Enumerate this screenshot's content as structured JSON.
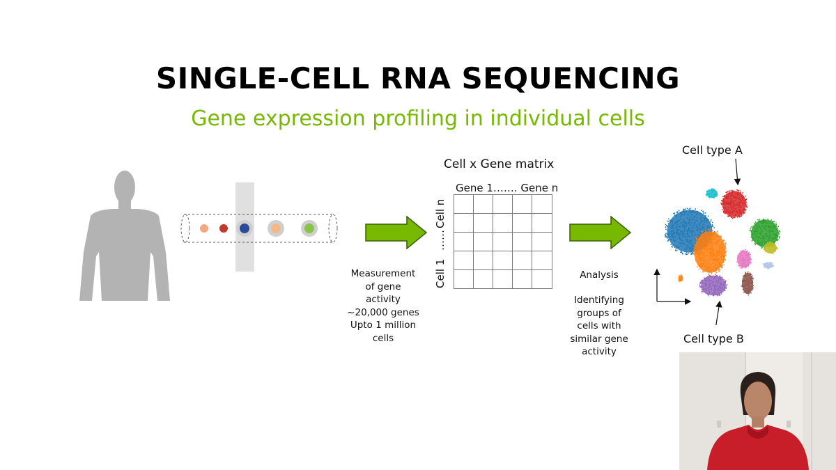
{
  "slide": {
    "title": "SINGLE-CELL RNA SEQUENCING",
    "subtitle": "Gene expression profiling in individual cells"
  },
  "matrix": {
    "title": "Cell x Gene matrix",
    "columns_label": "Gene 1……. Gene n",
    "rows_label_top": "Cell n",
    "rows_label_dots": "……",
    "rows_label_bottom": "Cell 1"
  },
  "measurement": {
    "lines": [
      "Measurement",
      "of gene",
      "activity",
      "~20,000 genes",
      "Upto 1 million",
      "cells"
    ]
  },
  "analysis": {
    "heading": "Analysis",
    "lines": [
      "Identifying",
      "groups of",
      "cells with",
      "similar gene",
      "activity"
    ]
  },
  "clusters": {
    "label_a": "Cell type A",
    "label_b": "Cell type B",
    "colors": [
      "#1f77b4",
      "#ff7f0e",
      "#d62728",
      "#2ca02c",
      "#9467bd",
      "#8c564b",
      "#e377c2",
      "#17becf",
      "#bcbd22",
      "#aec7e8"
    ]
  },
  "colors": {
    "arrow_green": "#76b900",
    "arrow_outline": "#3b5e00",
    "subtitle_green": "#76b900",
    "silhouette_gray": "#b3b3b3"
  },
  "icons": {
    "human": "person-silhouette-icon",
    "tube": "flow-tube-icon",
    "arrow": "right-arrow-icon",
    "axes": "axes-icon"
  }
}
